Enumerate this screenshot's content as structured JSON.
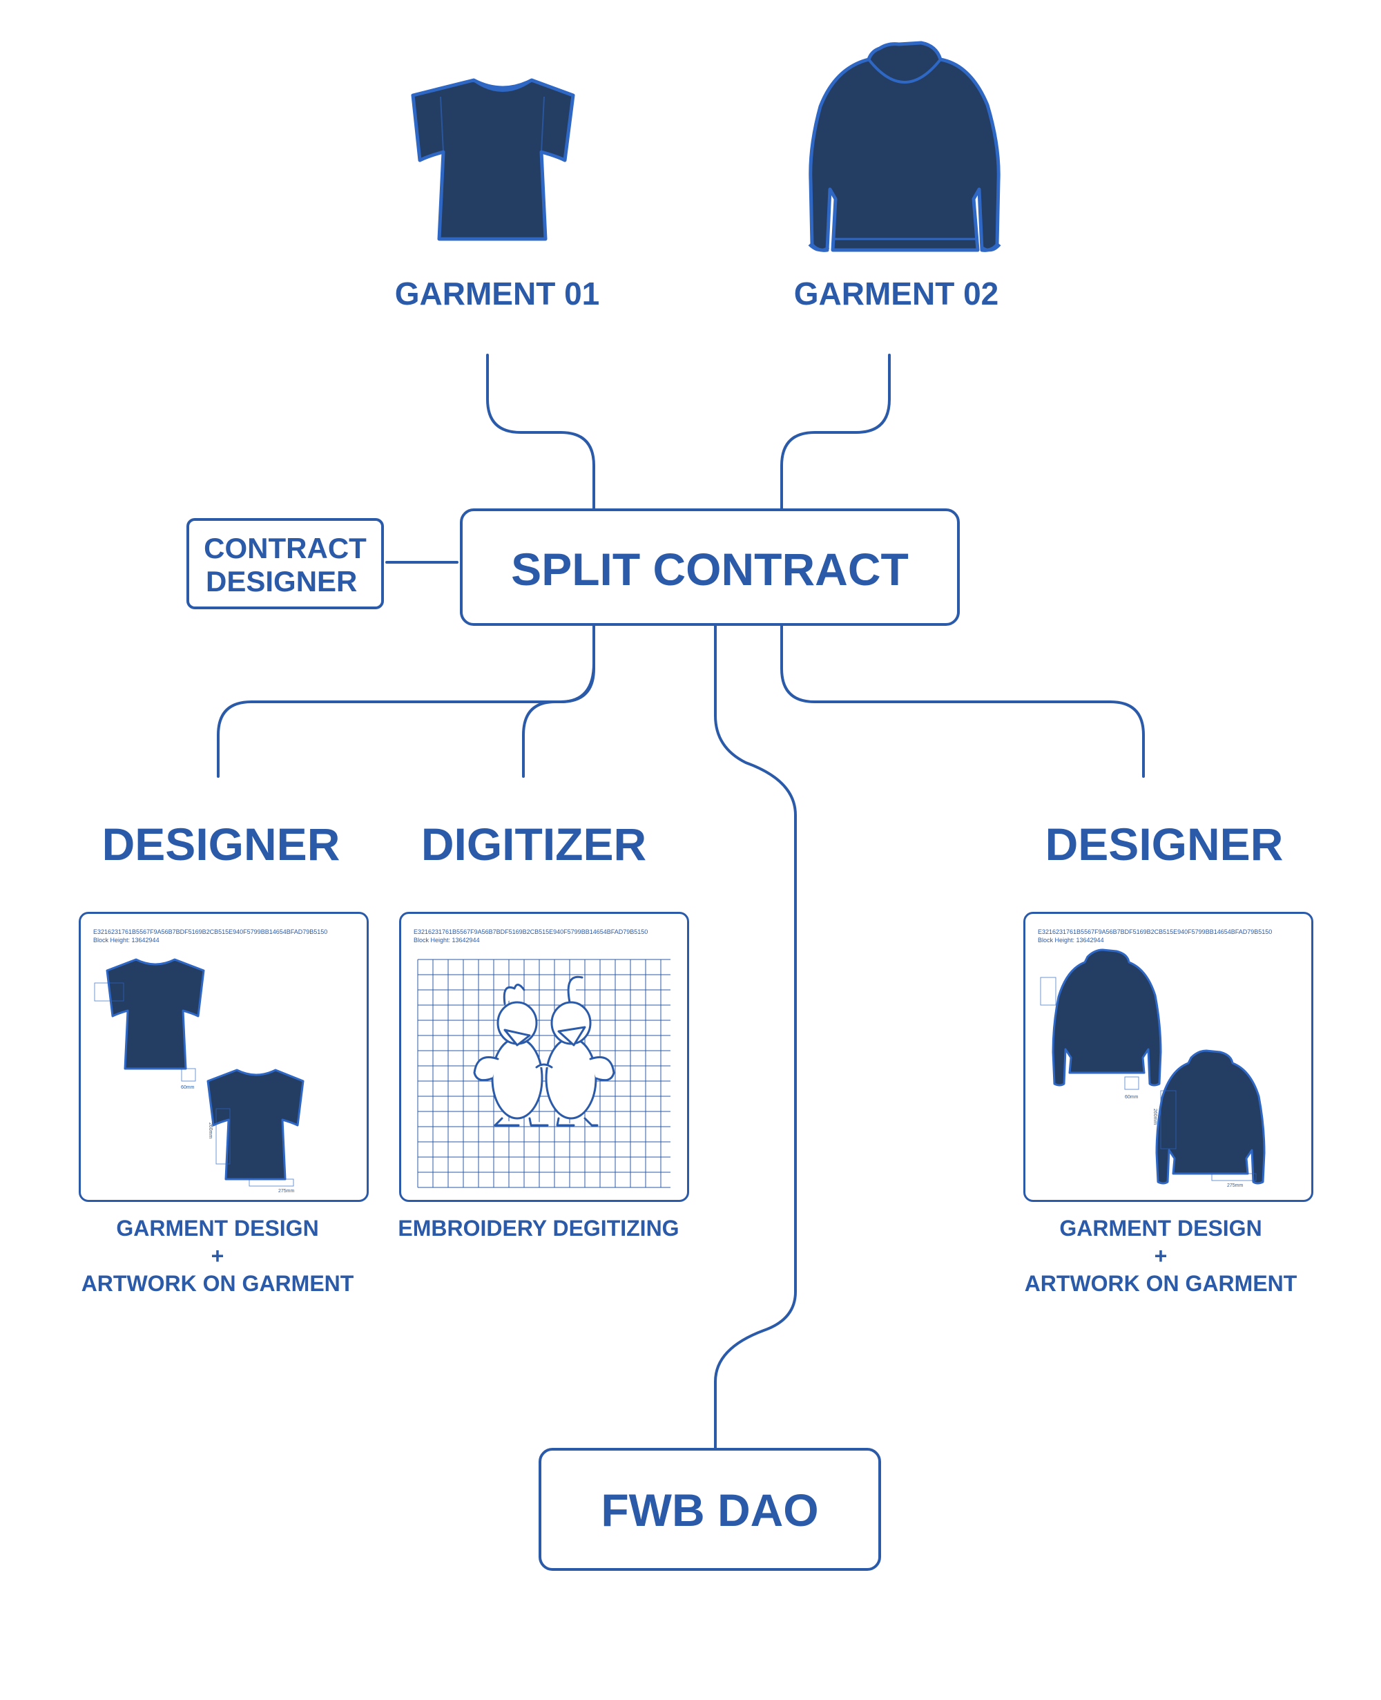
{
  "colors": {
    "line": "#2a5aa8",
    "text": "#2a5aa8",
    "garment_fill": "#233d63"
  },
  "garments": [
    {
      "id": "garment-01",
      "label": "GARMENT 01",
      "icon": "tshirt-icon"
    },
    {
      "id": "garment-02",
      "label": "GARMENT 02",
      "icon": "hoodie-icon"
    }
  ],
  "contract_designer": {
    "line1": "CONTRACT",
    "line2": "DESIGNER"
  },
  "split_contract": {
    "label": "SPLIT CONTRACT"
  },
  "roles": {
    "designer_left": {
      "title": "DESIGNER",
      "card_hash": "E3216231761B5567F9A56B7BDF5169B2CB515E940F5799BB14654BFAD79B5150",
      "card_block": "Block Height: 13642944",
      "dims": [
        "60mm",
        "260mm",
        "275mm"
      ],
      "caption_line1": "GARMENT DESIGN",
      "caption_plus": "+",
      "caption_line2": "ARTWORK ON GARMENT"
    },
    "digitizer": {
      "title": "DIGITIZER",
      "card_hash": "E3216231761B5567F9A56B7BDF5169B2CB515E940F5799BB14654BFAD79B5150",
      "card_block": "Block Height: 13642944",
      "caption_line1": "EMBROIDERY DEGITIZING"
    },
    "designer_right": {
      "title": "DESIGNER",
      "card_hash": "E3216231761B5567F9A56B7BDF5169B2CB515E940F5799BB14654BFAD79B5150",
      "card_block": "Block Height: 13642944",
      "dims": [
        "60mm",
        "260mm",
        "275mm"
      ],
      "caption_line1": "GARMENT DESIGN",
      "caption_plus": "+",
      "caption_line2": "ARTWORK ON GARMENT"
    }
  },
  "dao": {
    "label": "FWB DAO"
  }
}
